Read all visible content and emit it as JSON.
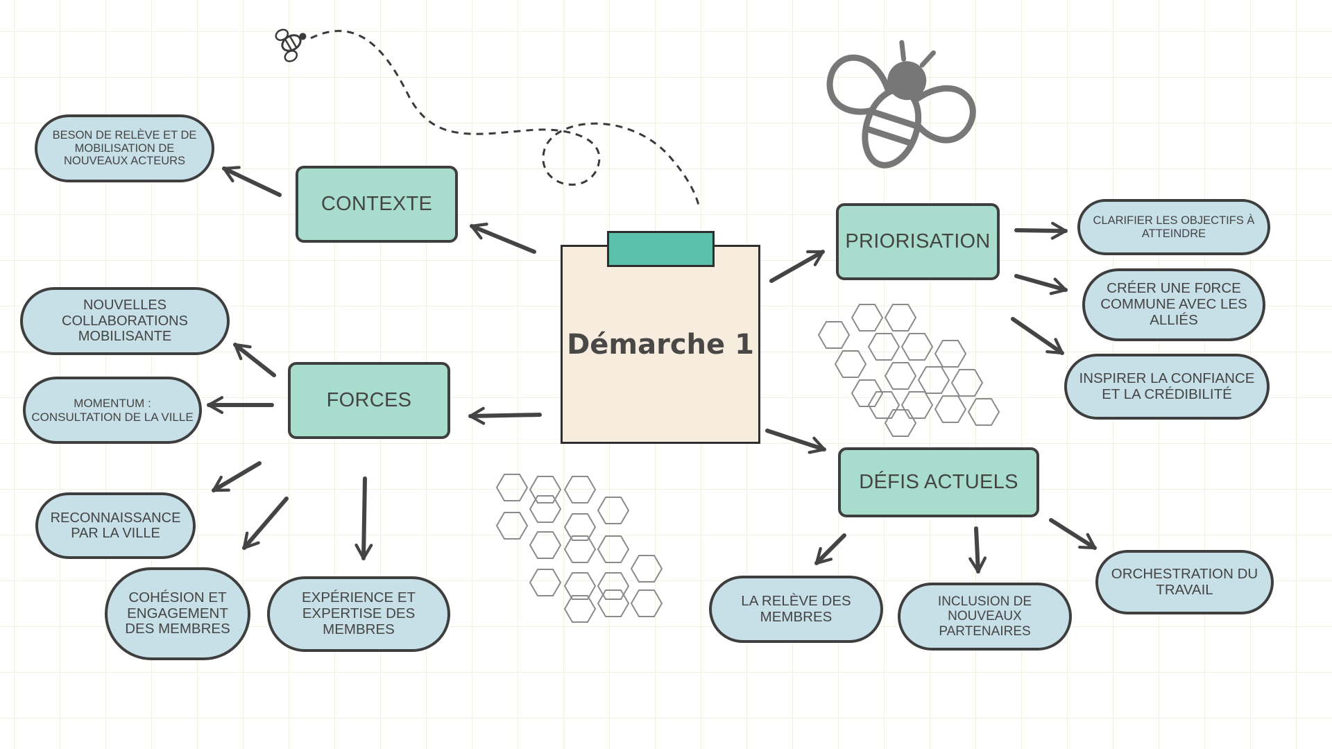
{
  "center": {
    "title": "Démarche 1"
  },
  "branches": {
    "contexte": {
      "label": "CONTEXTE",
      "items": [
        "BESON DE RELÈVE ET DE MOBILISATION DE NOUVEAUX ACTEURS"
      ]
    },
    "forces": {
      "label": "FORCES",
      "items": [
        "NOUVELLES COLLABORATIONS MOBILISANTE",
        "MOMENTUM : CONSULTATION DE LA VILLE",
        "RECONNAISSANCE PAR LA VILLE",
        "COHÉSION ET ENGAGEMENT DES MEMBRES",
        "EXPÉRIENCE ET EXPERTISE DES MEMBRES"
      ]
    },
    "priorisation": {
      "label": "PRIORISATION",
      "items": [
        "CLARIFIER LES OBJECTIFS À ATTEINDRE",
        "CRÉER UNE F0RCE COMMUNE AVEC LES ALLIÉS",
        "INSPIRER LA CONFIANCE ET LA CRÉDIBILITÉ"
      ]
    },
    "defis": {
      "label": "DÉFIS ACTUELS",
      "items": [
        "LA RELÈVE DES MEMBRES",
        "INCLUSION DE NOUVEAUX PARTENAIRES",
        "ORCHESTRATION DU TRAVAIL"
      ]
    }
  },
  "colors": {
    "category_fill": "#a8dccd",
    "leaf_fill": "#c7dfe6",
    "center_fill": "#f7eddf",
    "center_tab": "#5bbfab",
    "outline": "#3e3e3e",
    "text": "#444444",
    "bee": "#777777"
  },
  "icons": [
    "bee-icon",
    "small-bee-icon",
    "honeycomb-icon"
  ]
}
